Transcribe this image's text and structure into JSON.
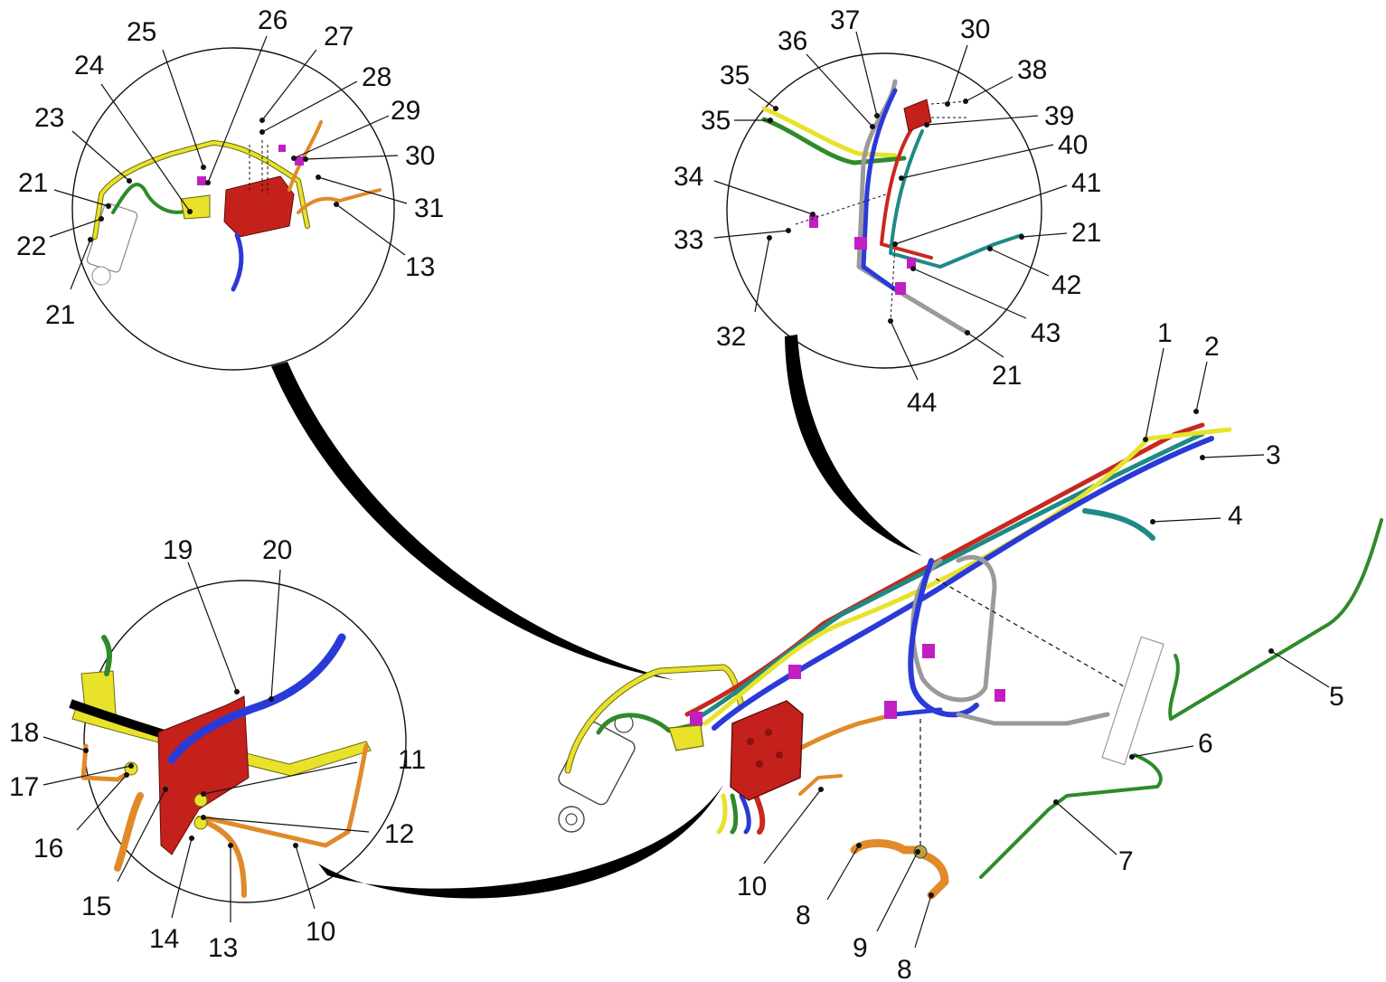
{
  "colors": {
    "yellow": "#e8e22a",
    "red": "#c8281e",
    "blue": "#2a3ad8",
    "teal": "#1e8a86",
    "green": "#2f8a2a",
    "orange": "#e08a2a",
    "gray": "#9a9a9a",
    "magenta": "#c21fc2",
    "valve_red": "#c4211c"
  },
  "callouts": {
    "c1": "1",
    "c2": "2",
    "c3": "3",
    "c4": "4",
    "c5": "5",
    "c6": "6",
    "c7": "7",
    "c8a": "8",
    "c8b": "8",
    "c9": "9",
    "c10a": "10",
    "c10b": "10",
    "c11": "11",
    "c12": "12",
    "c13a": "13",
    "c13b": "13",
    "c14": "14",
    "c15": "15",
    "c16": "16",
    "c17": "17",
    "c18": "18",
    "c19": "19",
    "c20": "20",
    "c21a": "21",
    "c21b": "21",
    "c21c": "21",
    "c21d": "21",
    "c22": "22",
    "c23": "23",
    "c24": "24",
    "c25": "25",
    "c26": "26",
    "c27": "27",
    "c28": "28",
    "c29": "29",
    "c30a": "30",
    "c30b": "30",
    "c31": "31",
    "c32": "32",
    "c33": "33",
    "c34": "34",
    "c35a": "35",
    "c35b": "35",
    "c36": "36",
    "c37": "37",
    "c38": "38",
    "c39": "39",
    "c40": "40",
    "c41": "41",
    "c42": "42",
    "c43": "43",
    "c44": "44"
  }
}
